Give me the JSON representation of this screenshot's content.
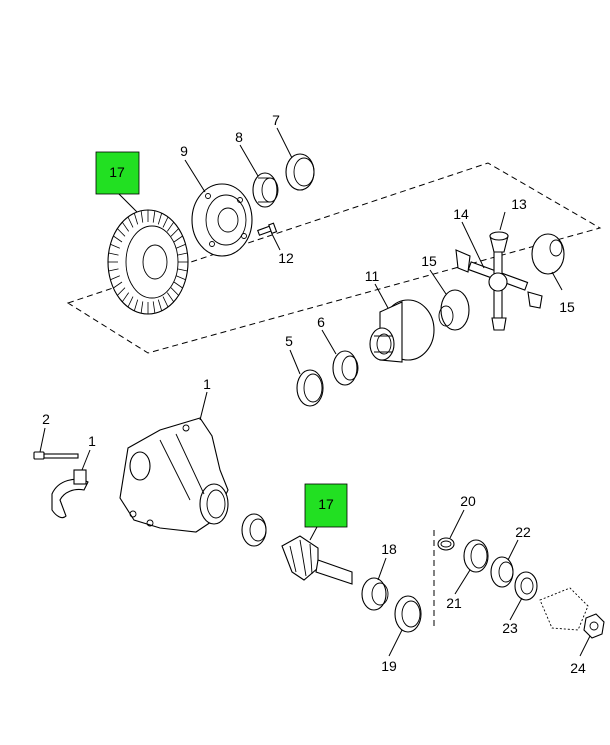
{
  "highlight_color": "#22e022",
  "highlights": [
    {
      "label": "17"
    },
    {
      "label": "17"
    }
  ],
  "callouts": [
    "1",
    "1",
    "2",
    "5",
    "6",
    "7",
    "8",
    "9",
    "11",
    "12",
    "13",
    "14",
    "15",
    "15",
    "18",
    "19",
    "20",
    "21",
    "22",
    "23",
    "24"
  ]
}
